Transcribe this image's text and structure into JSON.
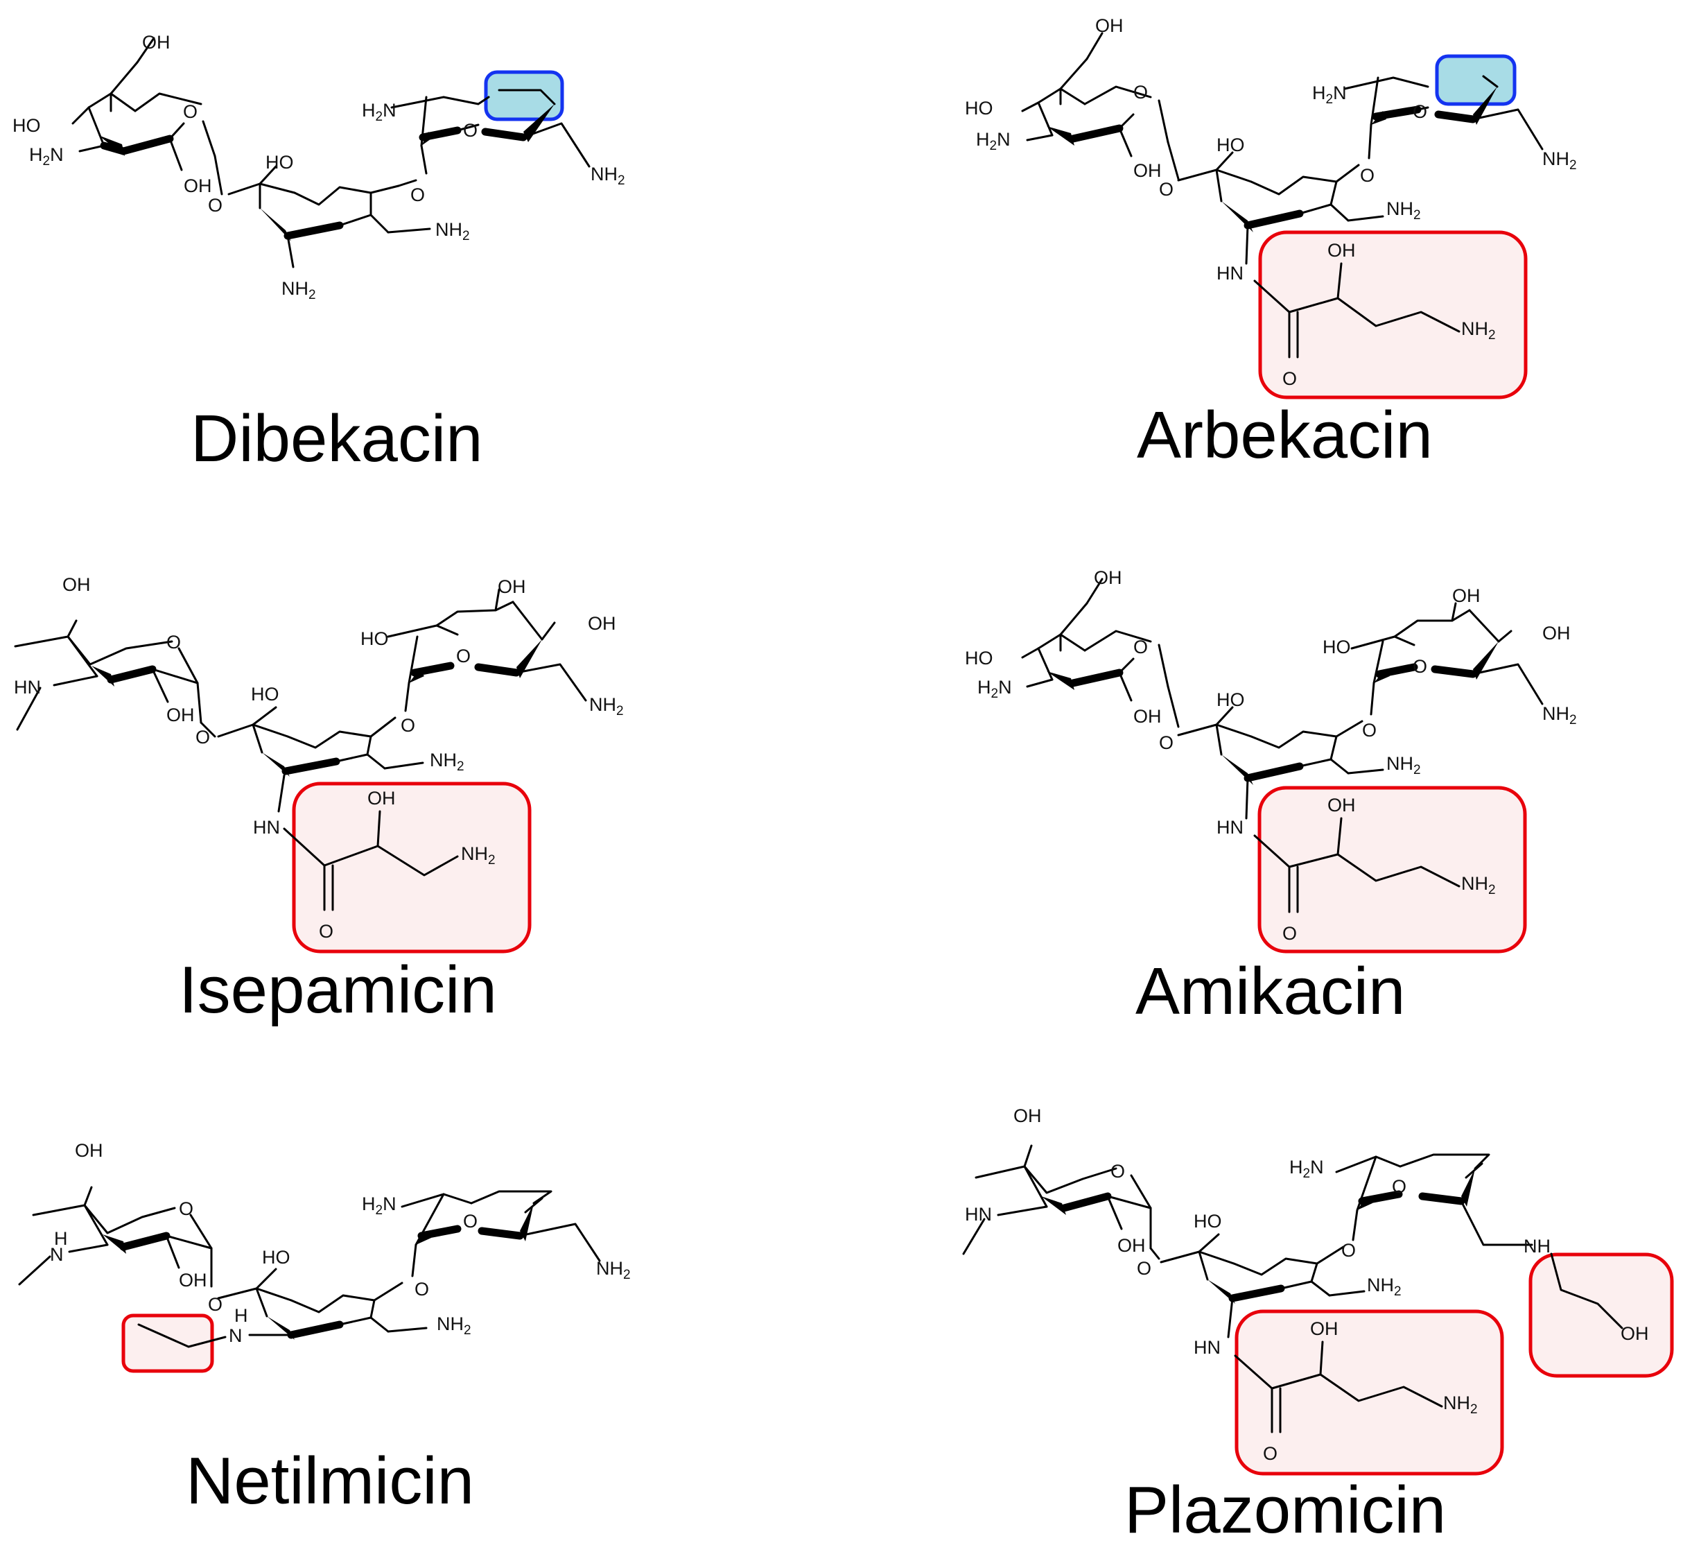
{
  "compounds": [
    {
      "name": "Dibekacin"
    },
    {
      "name": "Arbekacin"
    },
    {
      "name": "Isepamicin"
    },
    {
      "name": "Amikacin"
    },
    {
      "name": "Netilmicin"
    },
    {
      "name": "Plazomicin"
    }
  ],
  "atoms": {
    "oh": "OH",
    "ho": "HO",
    "o": "O",
    "nh2": "NH",
    "nh2_sub": "2",
    "h2n_h": "H",
    "h2n_sub": "2",
    "h2n_n": "N",
    "hn": "HN",
    "h": "H",
    "n": "N",
    "nh": "NH"
  },
  "colors": {
    "red_outline": "#e8000b",
    "red_fill": "#fcefef",
    "blue_outline": "#1433f0",
    "blue_fill": "#a8dce6"
  }
}
